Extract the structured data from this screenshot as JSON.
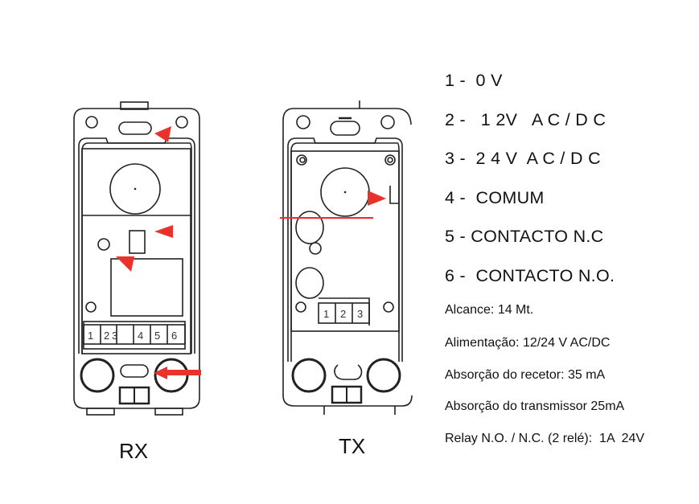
{
  "devices": {
    "receiver": {
      "label": "RX",
      "terminals": [
        "1",
        "2",
        "3",
        "4",
        "5",
        "6"
      ]
    },
    "transmitter": {
      "label": "TX",
      "terminals": [
        "1",
        "2",
        "3"
      ]
    }
  },
  "pinout": [
    "1 -  0 V",
    "2 -   1 2V   A C / D C",
    "3 -  2 4 V  A C / D C",
    "4 -  COMUM",
    "5 - CONTACTO N.C",
    "6 -  CONTACTO N.O."
  ],
  "specs": [
    "Alcance: 14 Mt.",
    "Alimentação: 12/24 V AC/DC",
    "Absorção do recetor: 35 mA",
    "Absorção do transmissor 25mA",
    "Relay N.O. / N.C. (2 relé):  1A  24V"
  ],
  "colors": {
    "line": "#222222",
    "arrow": "#e8322b"
  }
}
